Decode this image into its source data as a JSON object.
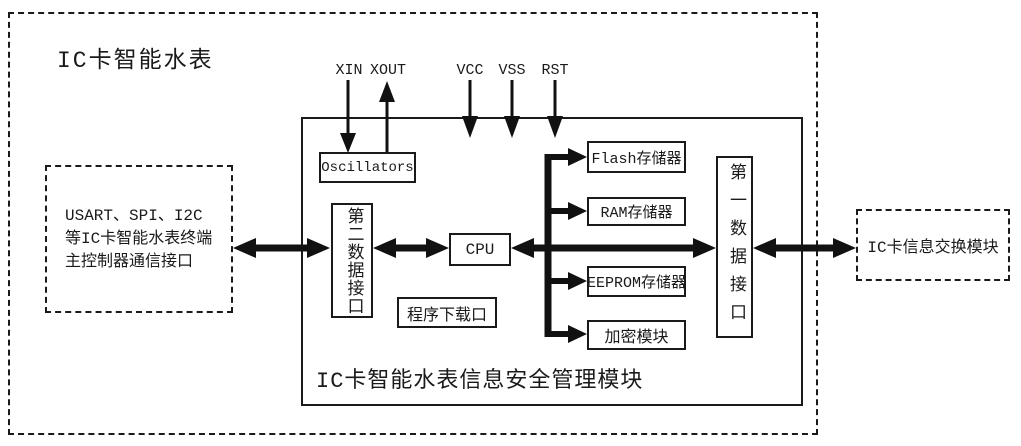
{
  "title": "IC卡智能水表",
  "module": {
    "label": "IC卡智能水表信息安全管理模块"
  },
  "pins": {
    "xin": "XIN",
    "xout": "XOUT",
    "vcc": "VCC",
    "vss": "VSS",
    "rst": "RST"
  },
  "blocks": {
    "oscillators": "Oscillators",
    "interface2": "第二数据接口",
    "cpu": "CPU",
    "program_port": "程序下载口",
    "flash": "Flash存储器",
    "ram": "RAM存储器",
    "eeprom": "EEPROM存储器",
    "crypto": "加密模块",
    "interface1": "第一数据接口"
  },
  "external": {
    "left_lines": [
      "USART、SPI、I2C",
      "等IC卡智能水表终端",
      "主控制器通信接口"
    ],
    "right_label": "IC卡信息交换模块"
  },
  "connectors": [
    {
      "from": "XIN",
      "to": "Oscillators",
      "type": "arrow-in"
    },
    {
      "from": "Oscillators",
      "to": "XOUT",
      "type": "arrow-out"
    },
    {
      "from": "VCC",
      "to": "安全管理模块",
      "type": "arrow-in"
    },
    {
      "from": "VSS",
      "to": "安全管理模块",
      "type": "arrow-in"
    },
    {
      "from": "RST",
      "to": "安全管理模块",
      "type": "arrow-in"
    },
    {
      "from": "主控制器通信接口",
      "to": "第二数据接口",
      "type": "bidirectional"
    },
    {
      "from": "第二数据接口",
      "to": "CPU",
      "type": "bidirectional"
    },
    {
      "from": "CPU",
      "to": "第一数据接口",
      "type": "bidirectional-bus"
    },
    {
      "from": "总线",
      "to": "Flash存储器",
      "type": "arrow-out"
    },
    {
      "from": "总线",
      "to": "RAM存储器",
      "type": "arrow-out"
    },
    {
      "from": "总线",
      "to": "EEPROM存储器",
      "type": "arrow-out"
    },
    {
      "from": "总线",
      "to": "加密模块",
      "type": "arrow-out"
    },
    {
      "from": "第一数据接口",
      "to": "IC卡信息交换模块",
      "type": "bidirectional"
    }
  ],
  "colors": {
    "ink": "#1a1a1a",
    "background": "#ffffff"
  }
}
